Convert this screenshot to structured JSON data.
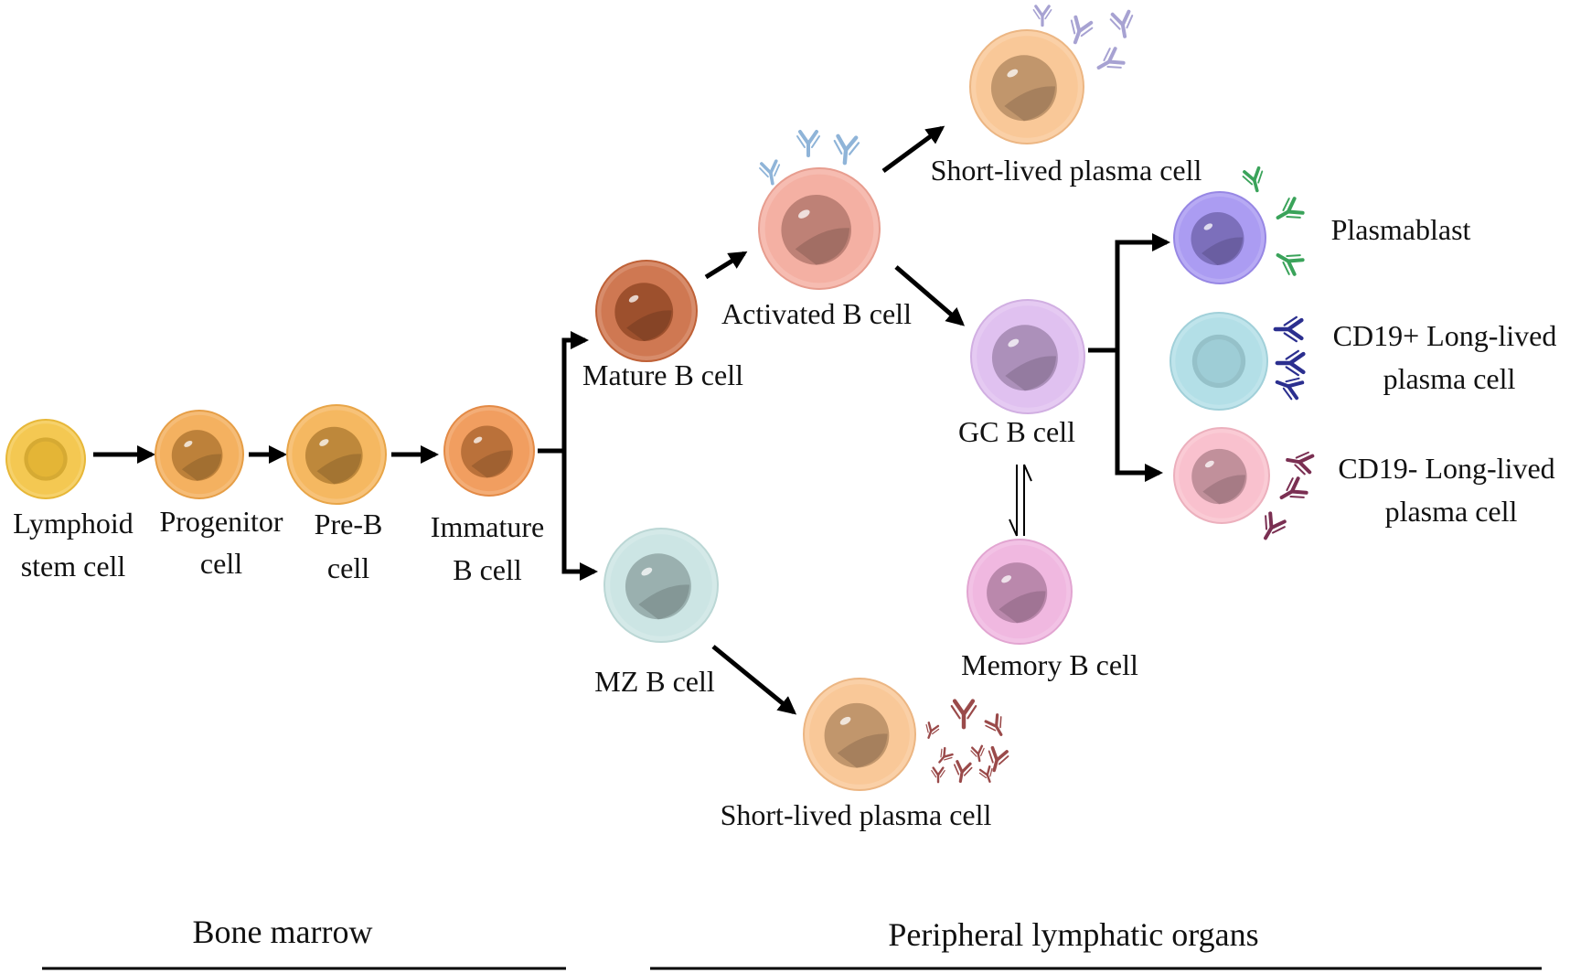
{
  "cells": {
    "lymphoid_stem": {
      "line1": "Lymphoid",
      "line2": "stem cell"
    },
    "progenitor": {
      "line1": "Progenitor",
      "line2": "cell"
    },
    "pre_b": {
      "line1": "Pre-B",
      "line2": "cell"
    },
    "immature_b": {
      "line1": "Immature",
      "line2": "B cell"
    },
    "mature_b": {
      "label": "Mature B cell"
    },
    "activated_b": {
      "label": "Activated B cell"
    },
    "short_lived_top": {
      "label": "Short-lived plasma cell"
    },
    "gc_b": {
      "label": "GC B cell"
    },
    "plasmablast": {
      "label": "Plasmablast"
    },
    "cd19_pos": {
      "line1": "CD19+ Long-lived",
      "line2": "plasma cell"
    },
    "cd19_neg": {
      "line1": "CD19- Long-lived",
      "line2": "plasma cell"
    },
    "memory_b": {
      "label": "Memory B cell"
    },
    "mz_b": {
      "label": "MZ B cell"
    },
    "short_lived_bottom": {
      "label": "Short-lived plasma cell"
    }
  },
  "sections": {
    "bone_marrow": "Bone marrow",
    "peripheral": "Peripheral lymphatic organs"
  },
  "colors": {
    "lymphoid": "#f3c13a",
    "progenitor": "#f2a64a",
    "pre_b": "#f4ae4c",
    "immature": "#ef914a",
    "mature": "#c9663a",
    "activated": "#f3a597",
    "plasma_short": "#f8c08a",
    "gc": "#dcb8ee",
    "plasmablast": "#9f8ef0",
    "cd19_pos": "#a9dbe4",
    "cd19_neg": "#f8b9c7",
    "memory": "#eeaedc",
    "mz": "#c5e2e0",
    "ab_activated": "#8fb4d8",
    "ab_top": "#a7a2d2",
    "ab_plasmablast": "#3aa35a",
    "ab_cd19pos": "#2b2f8f",
    "ab_cd19neg": "#7a2f52",
    "ab_bottom": "#9a4a4a"
  }
}
